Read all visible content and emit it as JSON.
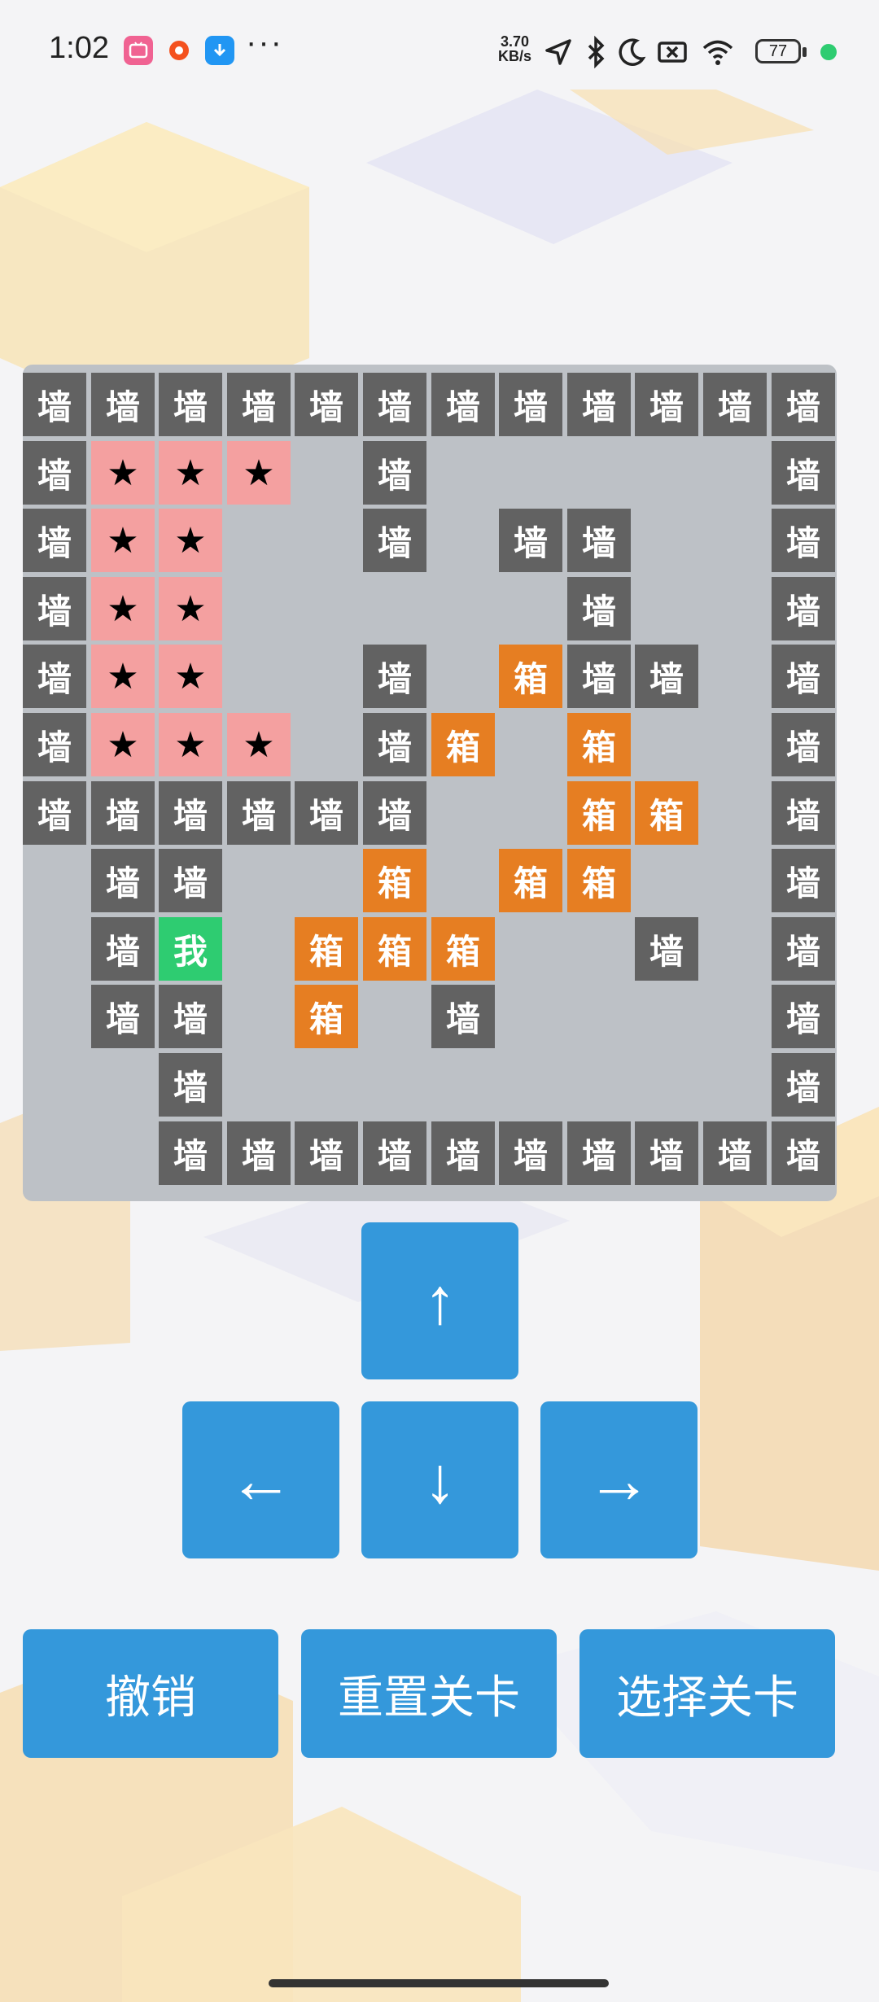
{
  "status_bar": {
    "time": "1:02",
    "network_speed_value": "3.70",
    "network_speed_unit": "KB/s",
    "battery": "77",
    "apps": [
      {
        "icon": "tv-app-icon",
        "color": "#f06292"
      },
      {
        "icon": "orange-app-icon",
        "color": "#f4511e"
      },
      {
        "icon": "download-app-icon",
        "color": "#2196f3"
      }
    ],
    "more": "···",
    "status_icons": [
      "location-icon",
      "bluetooth-icon",
      "moon-icon",
      "no-sim-icon",
      "wifi-icon"
    ],
    "dot_color": "#2ecc71"
  },
  "board": {
    "legend": {
      "W": {
        "type": "wall",
        "label": "墙"
      },
      "B": {
        "type": "box",
        "label": "箱"
      },
      "T": {
        "type": "target",
        "label": "★"
      },
      "P": {
        "type": "player",
        "label": "我"
      },
      ".": {
        "type": "floor",
        "label": ""
      }
    },
    "colors": {
      "wall": "#626262",
      "box": "#e67e22",
      "target": "#f4a0a0",
      "player": "#2ecc71",
      "floor": "#bdc1c6"
    },
    "rows": [
      "WWWWWWWWWWWW",
      "WTTT.W.....W",
      "WTT..W.WW..W",
      "WTT.....W..W",
      "WTT..W.BWW.W",
      "WTTT.WB.B..W",
      "WWWWWW..BB.W",
      ".WW..B.BB..W",
      ".WP.BBB..W.W",
      ".WW.B.W....W",
      "..W........W",
      "..WWWWWWWWWW"
    ]
  },
  "controls": {
    "up": "↑",
    "left": "←",
    "down": "↓",
    "right": "→",
    "color": "#3498db"
  },
  "actions": {
    "undo": "撤销",
    "reset": "重置关卡",
    "select": "选择关卡"
  }
}
